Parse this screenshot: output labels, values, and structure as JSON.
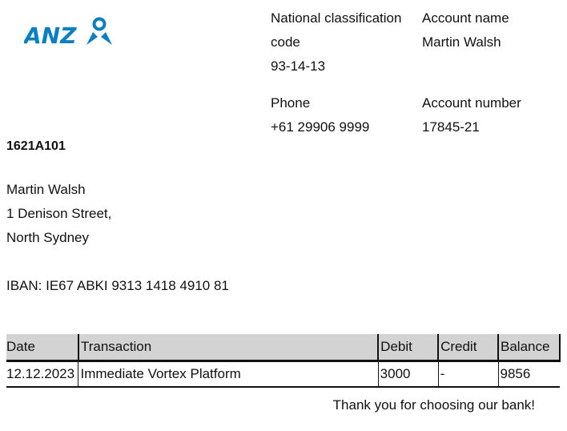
{
  "bank": {
    "logo_text": "ANZ",
    "brand_color": "#0a7fc1"
  },
  "header": {
    "ncc_label": "National classification code",
    "ncc_value": "93-14-13",
    "account_name_label": "Account name",
    "account_name_value": "Martin Walsh",
    "phone_label": "Phone",
    "phone_value": "+61 29906 9999",
    "account_number_label": "Account number",
    "account_number_value": "17845-21"
  },
  "reference": "1621A101",
  "address": {
    "name": "Martin Walsh",
    "street": "1 Denison Street,",
    "city": "North Sydney"
  },
  "iban": "IBAN: IE67 ABKI 9313 1418 4910 81",
  "table": {
    "headers": [
      "Date",
      "Transaction",
      "Debit",
      "Credit",
      "Balance"
    ],
    "rows": [
      [
        "12.12.2023",
        "Immediate Vortex Platform",
        "3000",
        "-",
        "9856"
      ]
    ]
  },
  "footer": {
    "thanks": "Thank you for choosing our bank!"
  }
}
